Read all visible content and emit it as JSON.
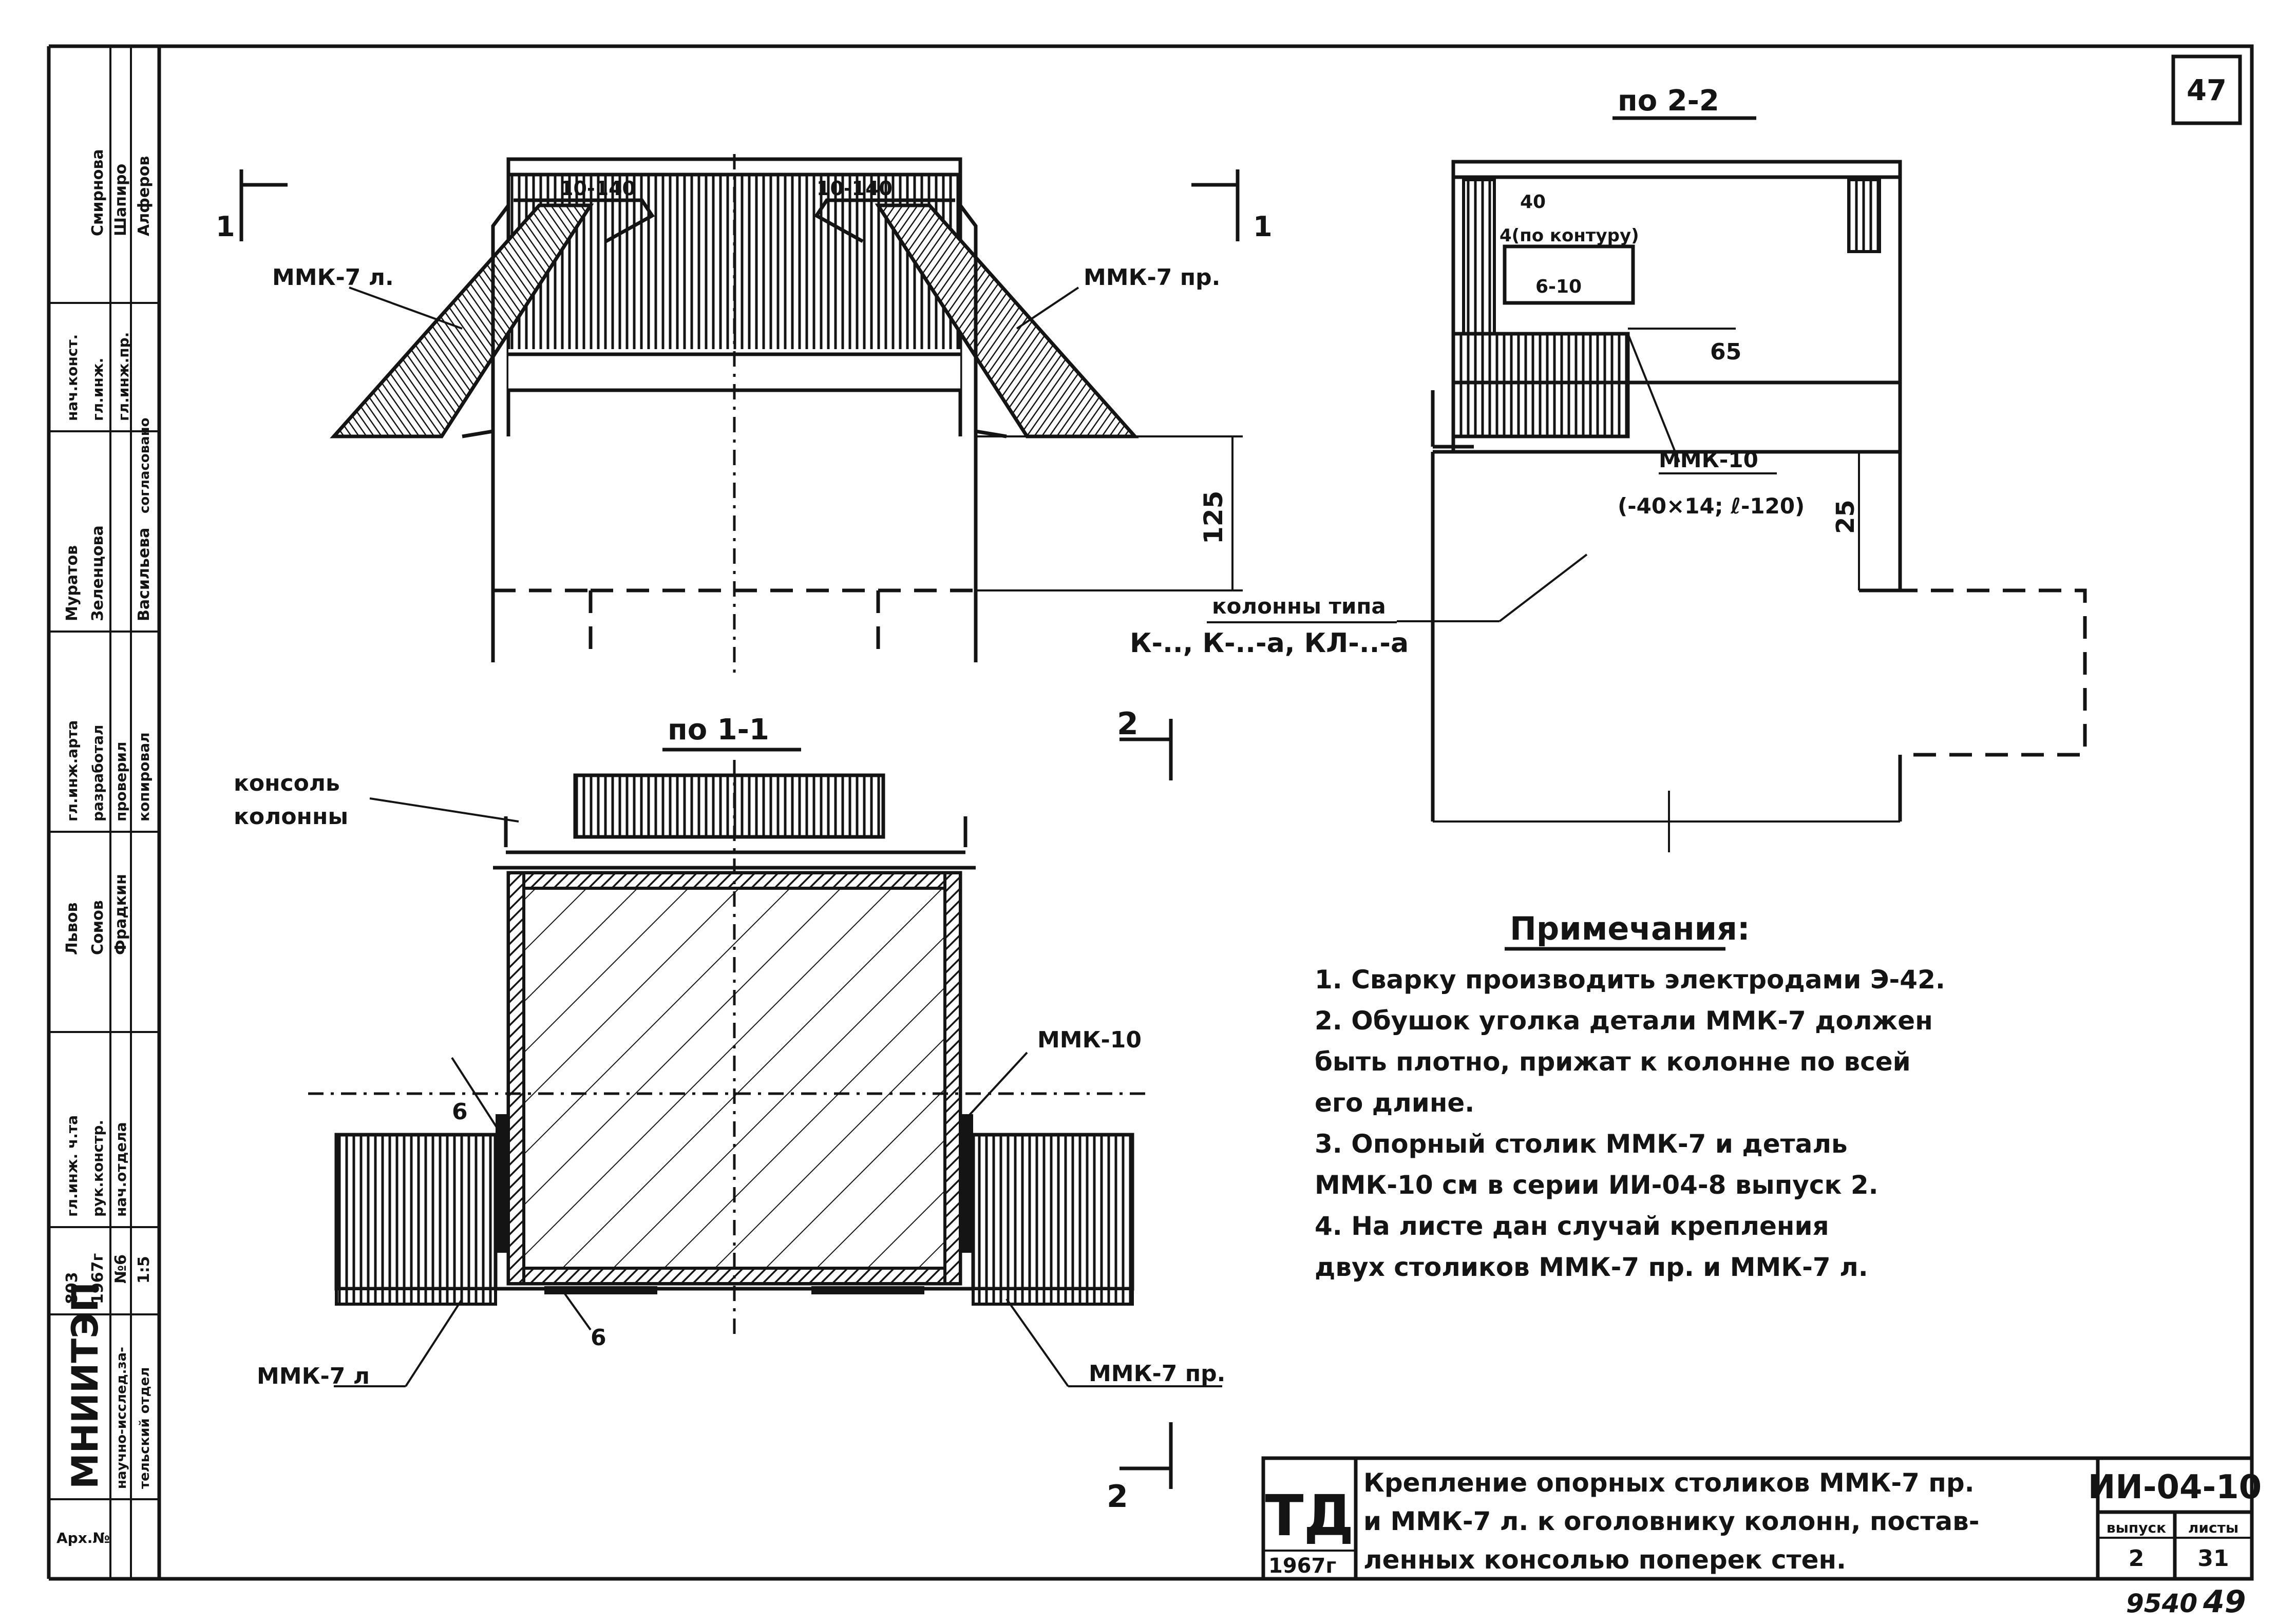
{
  "sheet": {
    "page_number": "47",
    "bottom_note_left": "9540",
    "bottom_note_right": "49"
  },
  "views": {
    "top_left": {
      "label_left": "ММК-7 л.",
      "label_right": "ММК-7 пр.",
      "weld_left": "10-140",
      "weld_right": "10-140",
      "dim": "125",
      "section_mark": "1"
    },
    "top_right": {
      "title": "по 2-2",
      "weld_a": "40",
      "weld_note": "4(по контуру)",
      "weld_b": "6-10",
      "dim_65": "65",
      "detail_label": "ММК-10",
      "detail_spec": "(-40×14; ℓ-120)",
      "dim": "25",
      "column_label": "колонны типа",
      "column_types": "К-.., К-..-а, КЛ-..-а",
      "section_mark": "2"
    },
    "bottom": {
      "title": "по 1-1",
      "console_label_1": "консоль",
      "console_label_2": "колонны",
      "label_mmk10": "ММК-10",
      "label_left": "ММК-7 л",
      "label_right": "ММК-7 пр.",
      "weld_side": "6",
      "weld_bottom": "6",
      "section_mark": "2"
    }
  },
  "notes": {
    "title": "Примечания:",
    "lines": [
      "1. Сварку производить электродами Э-42.",
      "2. Обушок уголка детали ММК-7 должен",
      "быть плотно, прижат к колонне по всей",
      "его длине.",
      "3. Опорный столик ММК-7 и деталь",
      "ММК-10 см в серии ИИ-04-8 выпуск 2.",
      "4. На листе дан случай крепления",
      "двух столиков ММК-7 пр. и ММК-7 л."
    ]
  },
  "title_block": {
    "org": "ТД",
    "year": "1967г",
    "title_lines": [
      "Крепление опорных столиков ММК-7 пр.",
      "и ММК-7 л. к оголовнику колонн, постав-",
      "ленных консолью поперек стен."
    ],
    "code": "ИИ-04-10",
    "issue_label": "выпуск",
    "issue_value": "2",
    "sheet_label": "листы",
    "sheet_value": "31"
  },
  "stamp": {
    "institute": "МНИИТЭП",
    "dept_line1": "научно-исслед.за-",
    "dept_line2": "тельский отдел",
    "arch": "Арх.№",
    "year": "1967г",
    "order": "803",
    "scale": "1:5",
    "number": "№6",
    "names": [
      "Смирнова",
      "Шапиро",
      "Алферов",
      "Муратов",
      "Зеленцова",
      "Васильева",
      "Львов",
      "Сомов",
      "Фрадкин"
    ],
    "roles": [
      "нач.конст.",
      "гл.инж.",
      "гл.инж.пр.",
      "согласовано",
      "гл.инж.арта",
      "разработал",
      "проверил",
      "копировал",
      "гл.инж. ч.та",
      "рук.констр.",
      "нач.отдела"
    ]
  }
}
